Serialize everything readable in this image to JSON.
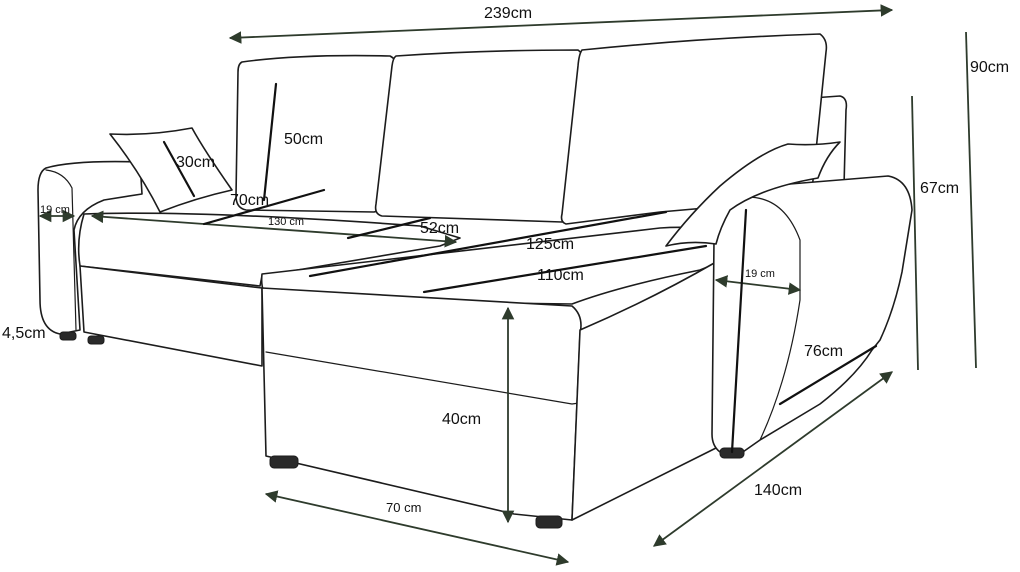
{
  "colors": {
    "outline": "#1c1c1c",
    "dimension": "#2e3b2c",
    "background": "#ffffff"
  },
  "dimensions": {
    "total_width": "239cm",
    "total_height": "90cm",
    "armrest_height": "67cm",
    "backrest_cushion_height": "50cm",
    "pillow_small": "30cm",
    "pillow_width": "70cm",
    "seat_width": "130 cm",
    "seat_depth": "52cm",
    "lounge_length_top": "125cm",
    "lounge_length_inner": "110cm",
    "armrest_width_left": "19 cm",
    "armrest_width_right": "19 cm",
    "leg_height": "4,5cm",
    "seat_height": "40cm",
    "lounge_width": "70 cm",
    "depth_total": "140cm",
    "armrest_depth": "76cm"
  }
}
